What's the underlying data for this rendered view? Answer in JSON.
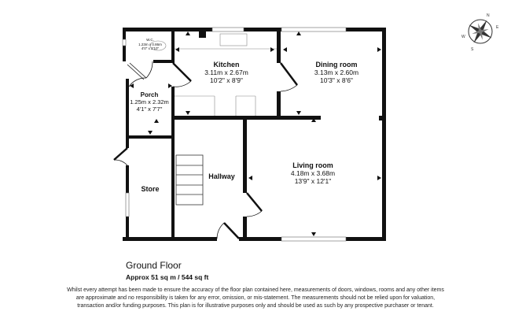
{
  "rooms": {
    "wc": {
      "name": "W.C.",
      "metric": "1.23m x 0.86m",
      "imperial": "4'0\" x 2'10\""
    },
    "kitchen": {
      "name": "Kitchen",
      "metric": "3.11m x 2.67m",
      "imperial": "10'2\" x 8'9\""
    },
    "dining": {
      "name": "Dining room",
      "metric": "3.13m x 2.60m",
      "imperial": "10'3\" x 8'6\""
    },
    "porch": {
      "name": "Porch",
      "metric": "1.25m x 2.32m",
      "imperial": "4'1\" x 7'7\""
    },
    "store": {
      "name": "Store"
    },
    "hallway": {
      "name": "Hallway"
    },
    "living": {
      "name": "Living room",
      "metric": "4.18m x 3.68m",
      "imperial": "13'9\" x 12'1\""
    }
  },
  "compass": {
    "icon": "compass-rose-icon",
    "labels": [
      "N",
      "E",
      "S",
      "W"
    ]
  },
  "floor": {
    "title": "Ground Floor",
    "area": "Approx 51 sq m / 544 sq ft"
  },
  "disclaimer": "Whilst every attempt has been made to ensure the accuracy of the floor plan contained here, measurements of doors, windows, rooms and any other items are approximate and no responsibility is taken for any error, omission, or mis-statement. The measurements should not be relied upon for valuation, transaction and/or funding purposes. This plan is for illustrative purposes only and should be used as such by any prospective purchaser or tenant."
}
